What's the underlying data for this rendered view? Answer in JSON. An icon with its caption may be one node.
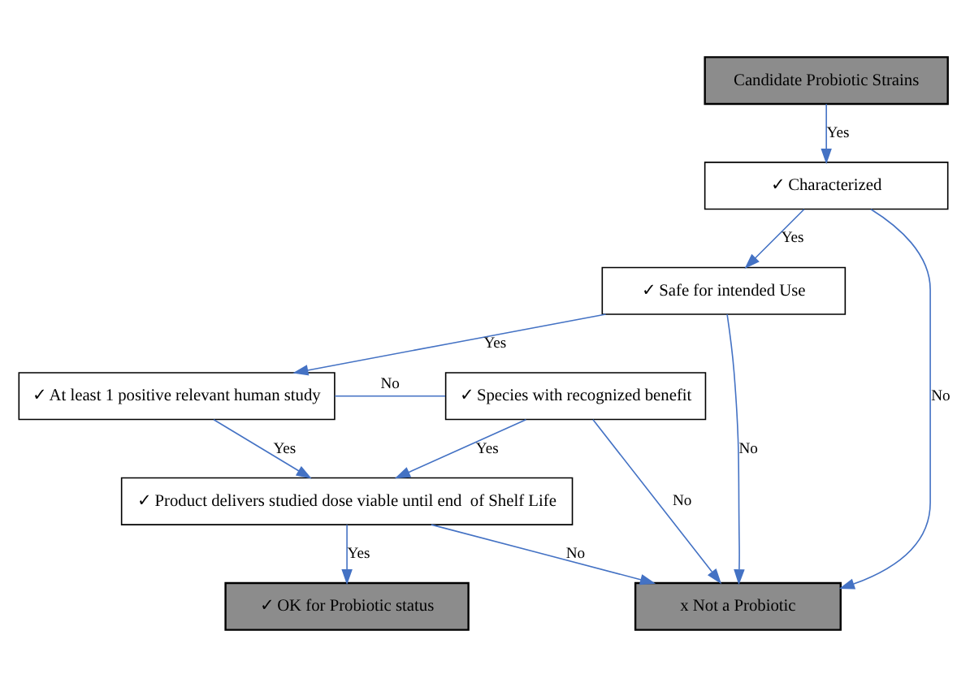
{
  "diagram": {
    "nodes": [
      {
        "text": [
          "Candidate Probiotic Strains"
        ]
      },
      {
        "text": [
          "✓ Characterized"
        ]
      },
      {
        "text": [
          "✓ Safe for intended Use"
        ]
      },
      {
        "text": [
          "✓ At least 1 positive relevant human study"
        ]
      },
      {
        "text": [
          "✓ Species with recognized benefit"
        ]
      },
      {
        "text": [
          "✓ Product delivers studied dose viable until end  of Shelf Life"
        ]
      },
      {
        "text": [
          "✓ OK for Probiotic status"
        ]
      },
      {
        "text": [
          "x Not a Probiotic"
        ]
      }
    ],
    "edges": [
      {
        "from": 0,
        "to": 1,
        "arrow": "to",
        "label": "Yes"
      },
      {
        "from": 1,
        "to": 2,
        "arrow": "to",
        "label": "Yes"
      },
      {
        "from": 2,
        "to": 3,
        "arrow": "to",
        "label": "Yes"
      },
      {
        "from": 3,
        "to": 5,
        "arrow": "to",
        "label": "Yes"
      },
      {
        "from": 5,
        "to": 6,
        "arrow": "to",
        "label": "Yes"
      },
      {
        "from": 1,
        "to": 7,
        "arrow": "to",
        "label": "No"
      },
      {
        "from": 2,
        "to": 7,
        "arrow": "to",
        "label": "No"
      },
      {
        "from": 3,
        "to": 4,
        "arrow": "none",
        "label": "No"
      },
      {
        "from": 4,
        "to": 7,
        "arrow": "to",
        "label": "No"
      },
      {
        "from": 4,
        "to": 5,
        "arrow": "to",
        "label": "Yes"
      },
      {
        "from": 5,
        "to": 7,
        "arrow": "to",
        "label": "No"
      }
    ]
  }
}
